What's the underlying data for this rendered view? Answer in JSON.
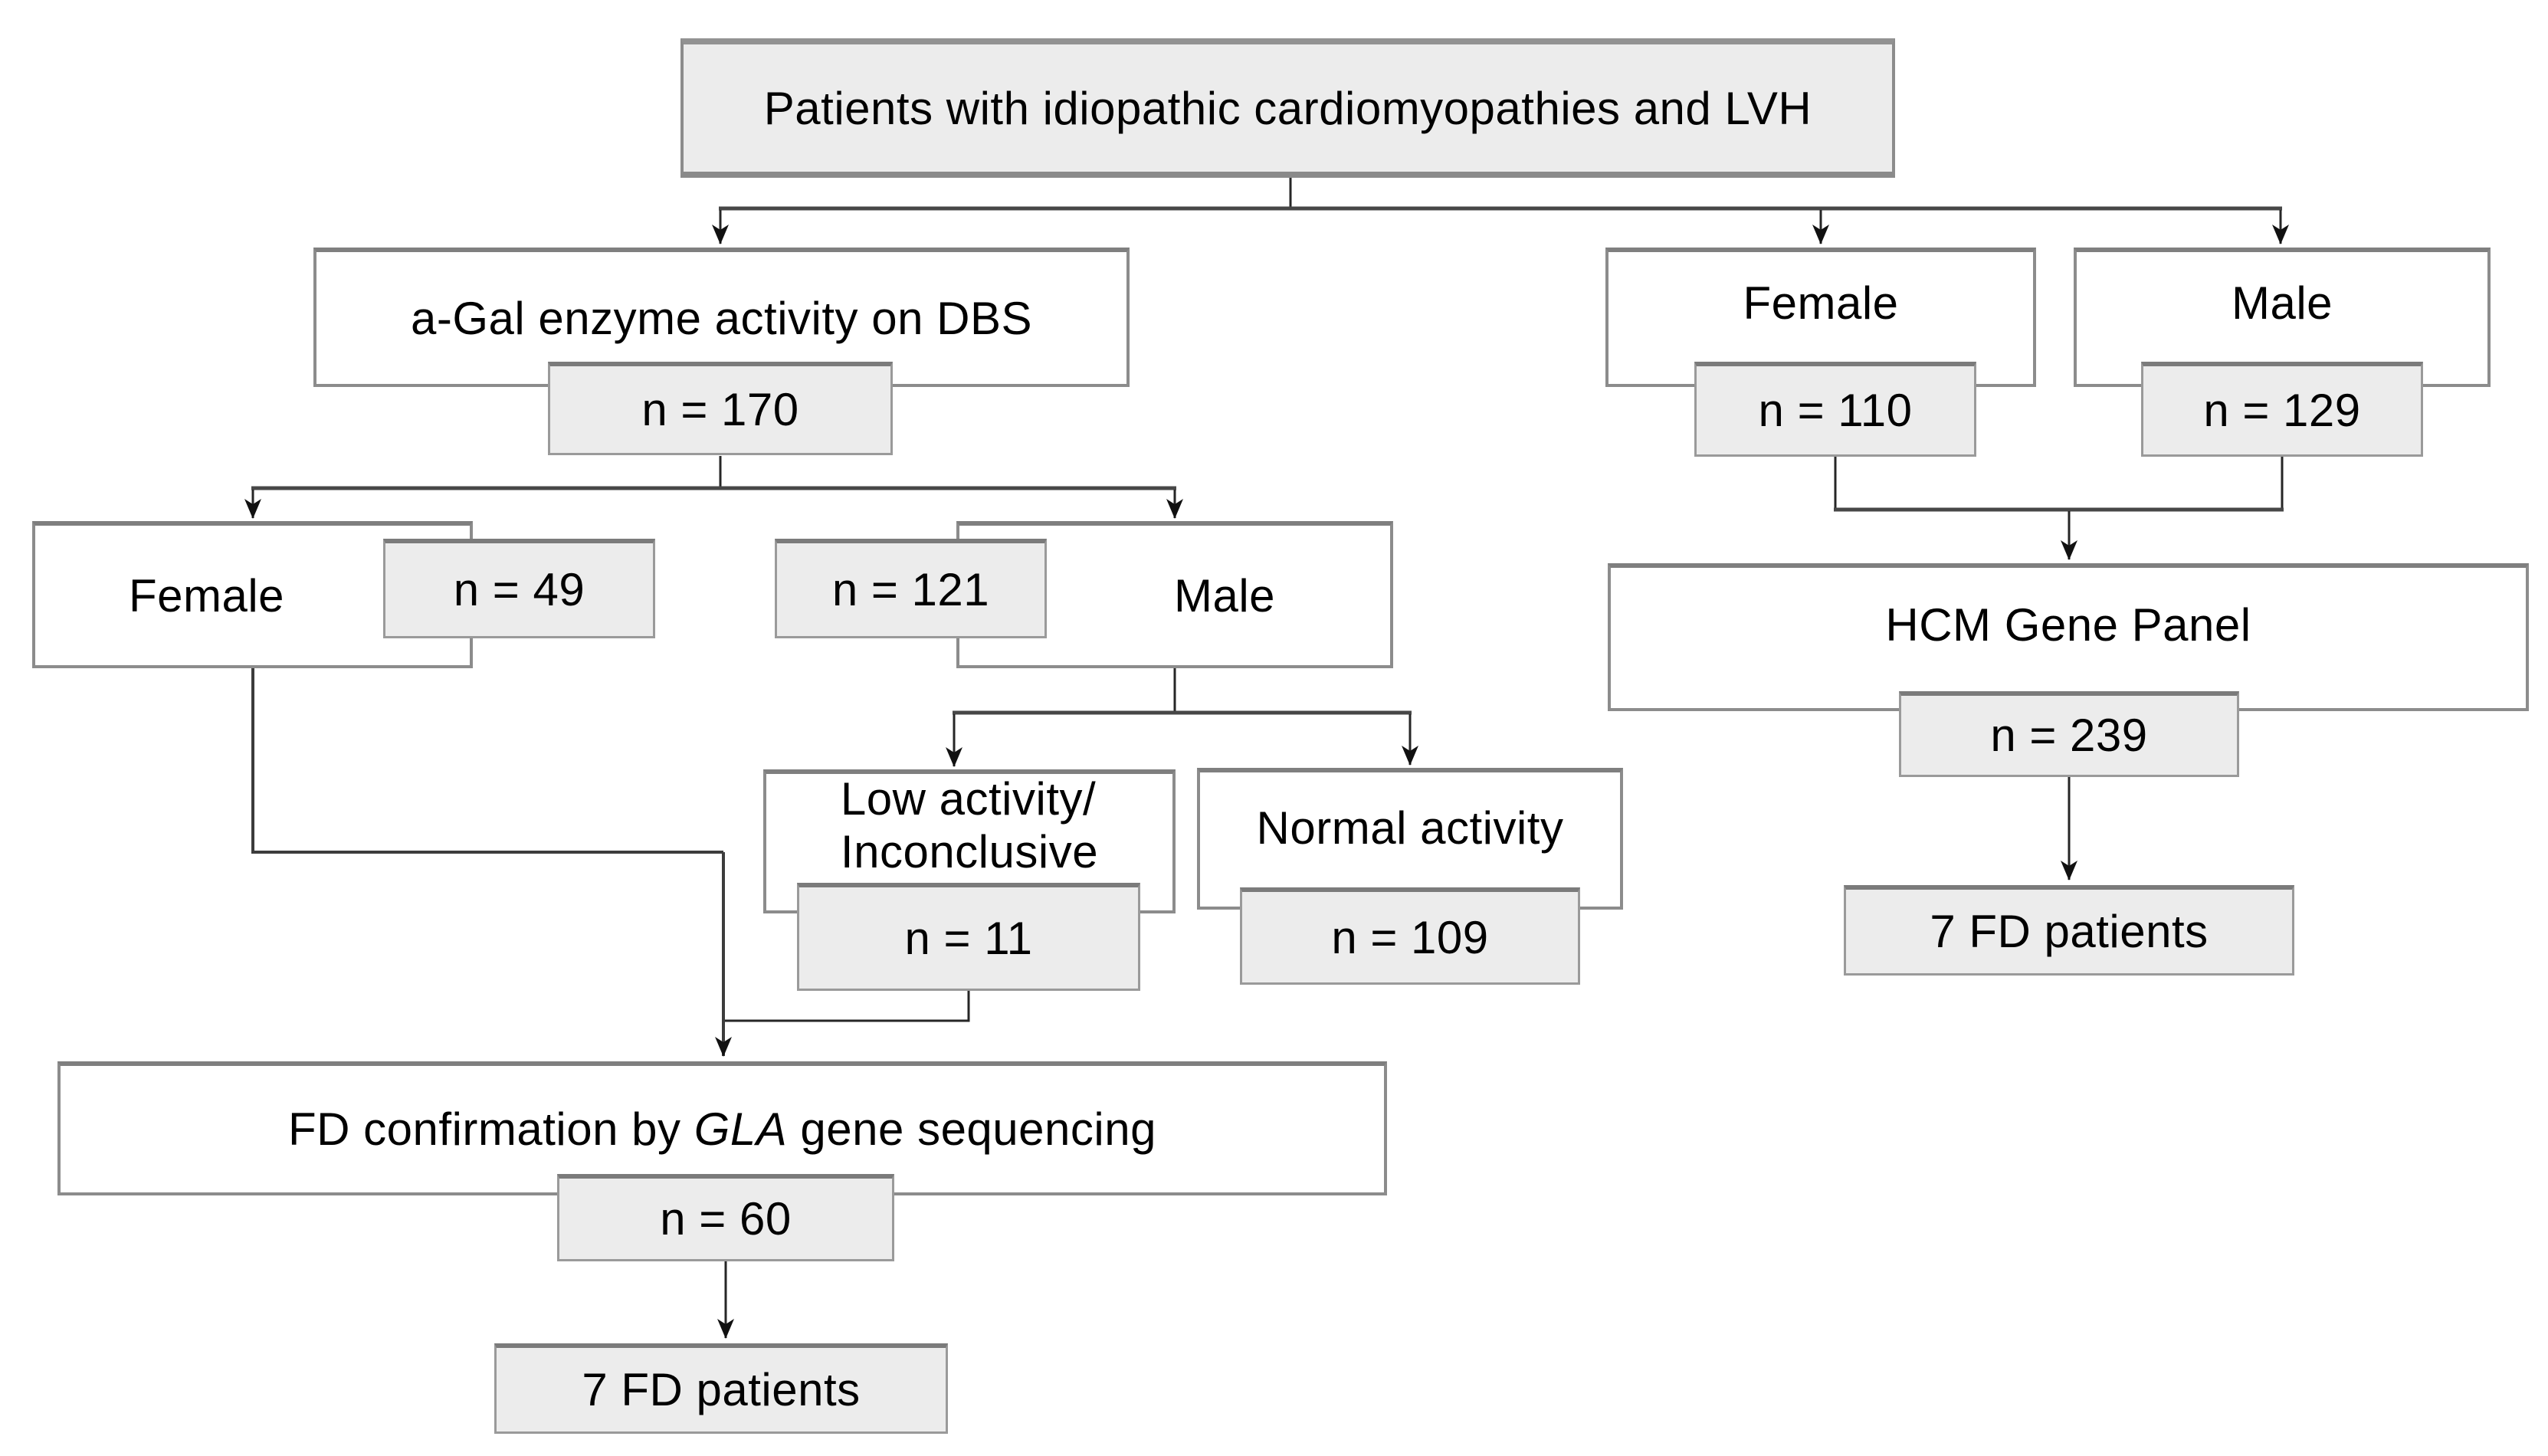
{
  "diagram": {
    "root": {
      "label": "Patients with idiopathic cardiomyopathies and LVH"
    },
    "left_branch": {
      "screening": {
        "label": "a-Gal enzyme activity on DBS",
        "n_label": "n = 170"
      },
      "female": {
        "label": "Female",
        "n_label": "n = 49"
      },
      "male": {
        "label": "Male",
        "n_label": "n = 121"
      },
      "low_activity": {
        "label_line1": "Low activity/",
        "label_line2": "Inconclusive",
        "n_label": "n = 11"
      },
      "normal_activity": {
        "label": "Normal activity",
        "n_label": "n = 109"
      },
      "confirmation": {
        "label_prefix": "FD confirmation by ",
        "gene": "GLA",
        "label_suffix": " gene sequencing",
        "n_label": "n = 60"
      },
      "result": {
        "label": "7 FD patients"
      }
    },
    "right_branch": {
      "female": {
        "label": "Female",
        "n_label": "n = 110"
      },
      "male": {
        "label": "Male",
        "n_label": "n = 129"
      },
      "panel": {
        "label": "HCM Gene Panel",
        "n_label": "n = 239"
      },
      "result": {
        "label": "7 FD patients"
      }
    },
    "colors": {
      "background": "#ffffff",
      "box_fill_white": "#ffffff",
      "box_fill_gray": "#ececec",
      "box_border": "#8c8c8c",
      "connector_line": "#2b2b2b",
      "text": "#000000"
    }
  }
}
